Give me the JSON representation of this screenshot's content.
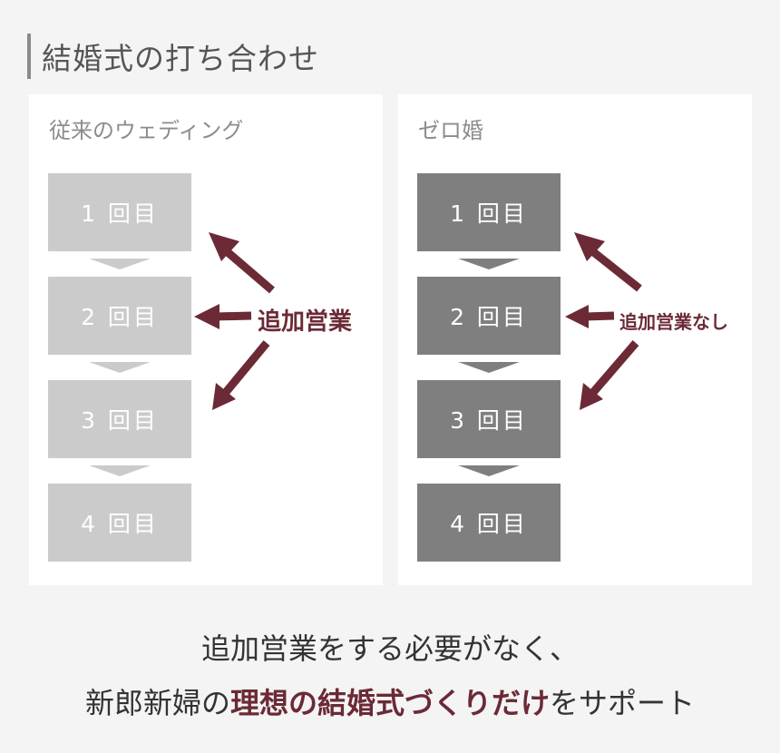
{
  "title": "結婚式の打ち合わせ",
  "left": {
    "label": "従来のウェディング",
    "steps": [
      "1 回目",
      "2 回目",
      "3 回目",
      "4 回目"
    ],
    "arrow_label": "追加営業"
  },
  "right": {
    "label": "ゼロ婚",
    "steps": [
      "1 回目",
      "2 回目",
      "3 回目",
      "4 回目"
    ],
    "arrow_label": "追加営業なし"
  },
  "caption": {
    "line1": "追加営業をする必要がなく、",
    "line2_prefix": "新郎新婦の",
    "line2_highlight": "理想の結婚式づくりだけ",
    "line2_suffix": "をサポート"
  },
  "colors": {
    "accent": "#6b2a35",
    "step_light": "#cbcbcb",
    "step_dark": "#7f7f7f"
  }
}
